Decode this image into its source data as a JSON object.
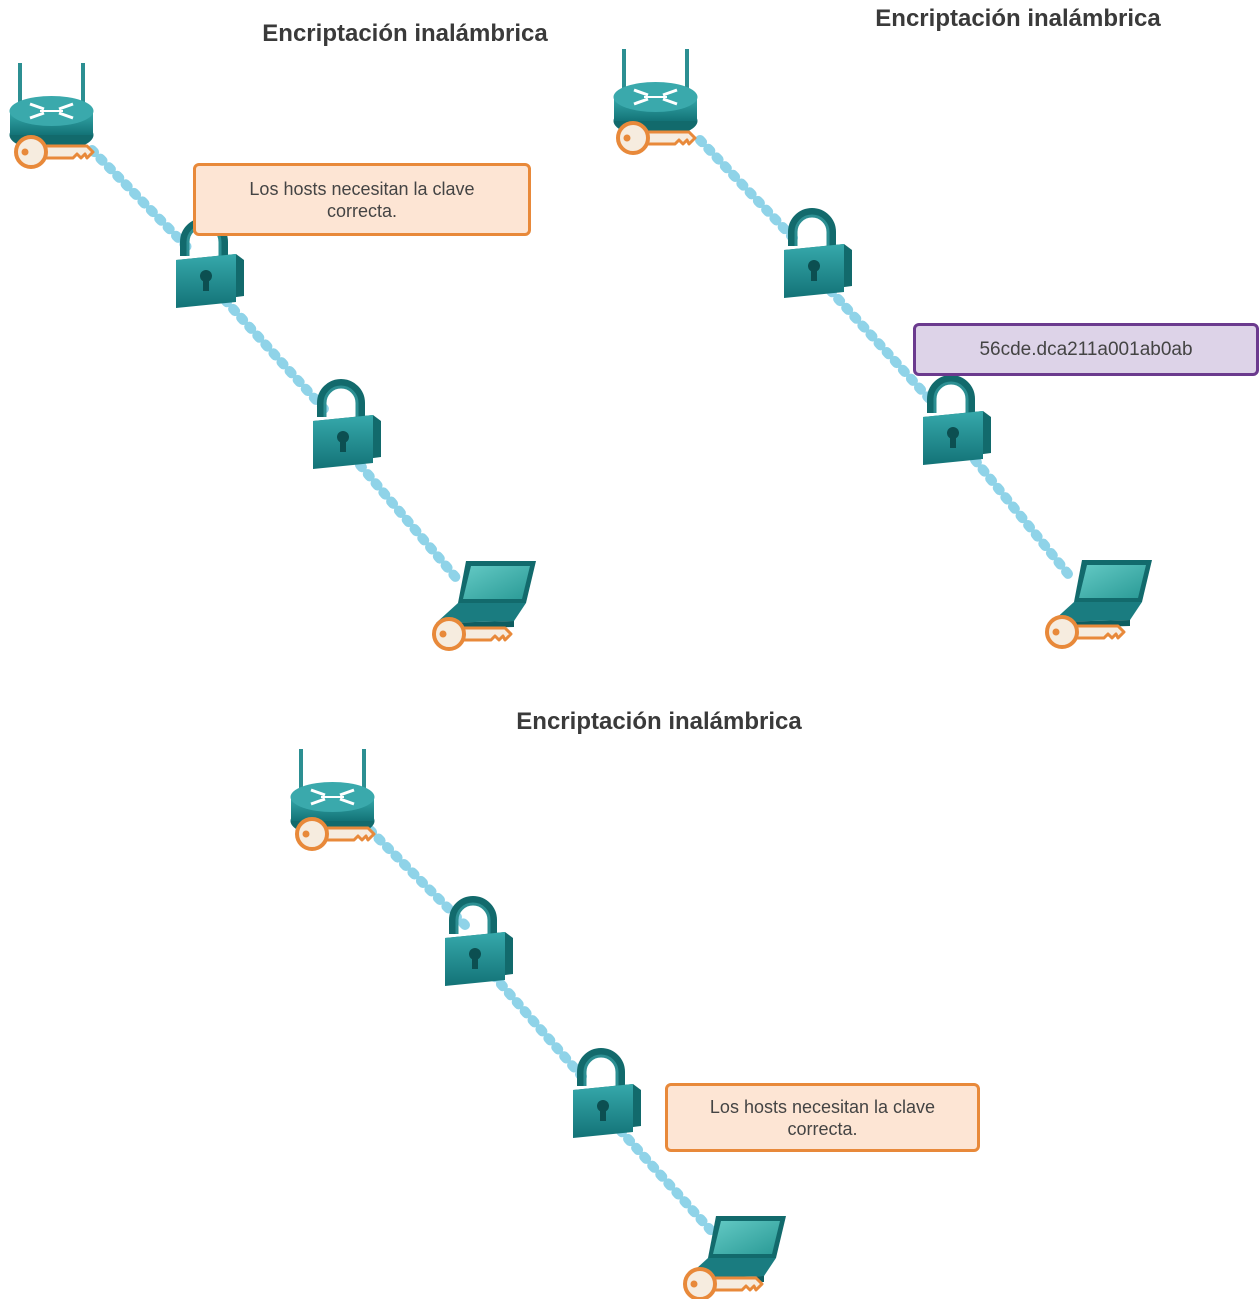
{
  "panels": [
    {
      "title": "Encriptación inalámbrica",
      "callout": "Los hosts necesitan la clave correcta."
    },
    {
      "title": "Encriptación inalámbrica",
      "callout": "56cde.dca211a001ab0ab"
    },
    {
      "title": "Encriptación inalámbrica",
      "callout": "Los hosts necesitan la clave correcta."
    }
  ],
  "colors": {
    "device_teal": "#1f8a8d",
    "device_dark": "#126a6c",
    "key_orange": "#e8893a",
    "key_fill": "#f6ecdf",
    "signal": "#8fd3e8",
    "callout_orange_border": "#e8893a",
    "callout_orange_fill": "#fde5d4",
    "callout_purple_border": "#6b3a8e",
    "callout_purple_fill": "#ddd3e8"
  },
  "icons": [
    "router-icon",
    "key-icon",
    "padlock-icon",
    "laptop-icon",
    "wireless-signal"
  ]
}
